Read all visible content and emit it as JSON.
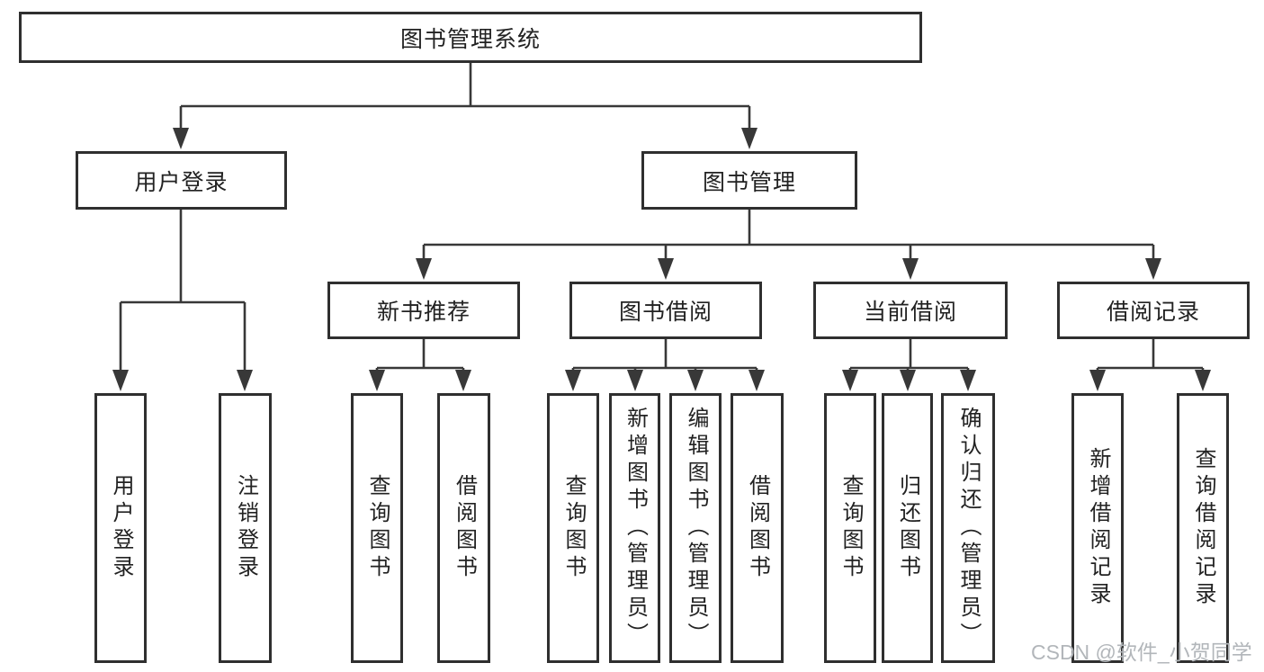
{
  "root": {
    "label": "图书管理系统"
  },
  "user_login": {
    "label": "用户登录",
    "children": [
      {
        "label": "用户登录"
      },
      {
        "label": "注销登录"
      }
    ]
  },
  "book_mgmt": {
    "label": "图书管理",
    "sections": [
      {
        "label": "新书推荐",
        "children": [
          {
            "label": "查询图书"
          },
          {
            "label": "借阅图书"
          }
        ]
      },
      {
        "label": "图书借阅",
        "children": [
          {
            "label": "查询图书"
          },
          {
            "label": "新增图书（管理员）"
          },
          {
            "label": "编辑图书（管理员）"
          },
          {
            "label": "借阅图书"
          }
        ]
      },
      {
        "label": "当前借阅",
        "children": [
          {
            "label": "查询图书"
          },
          {
            "label": "归还图书"
          },
          {
            "label": "确认归还（管理员）"
          }
        ]
      },
      {
        "label": "借阅记录",
        "children": [
          {
            "label": "新增借阅记录"
          },
          {
            "label": "查询借阅记录"
          }
        ]
      }
    ]
  },
  "watermark": "CSDN @软件_小贺同学",
  "colors": {
    "line": "#383838",
    "box_border": "#2f2f2f",
    "box_fill": "#ffffff",
    "text": "#222222",
    "watermark": "#b2b6ba"
  }
}
